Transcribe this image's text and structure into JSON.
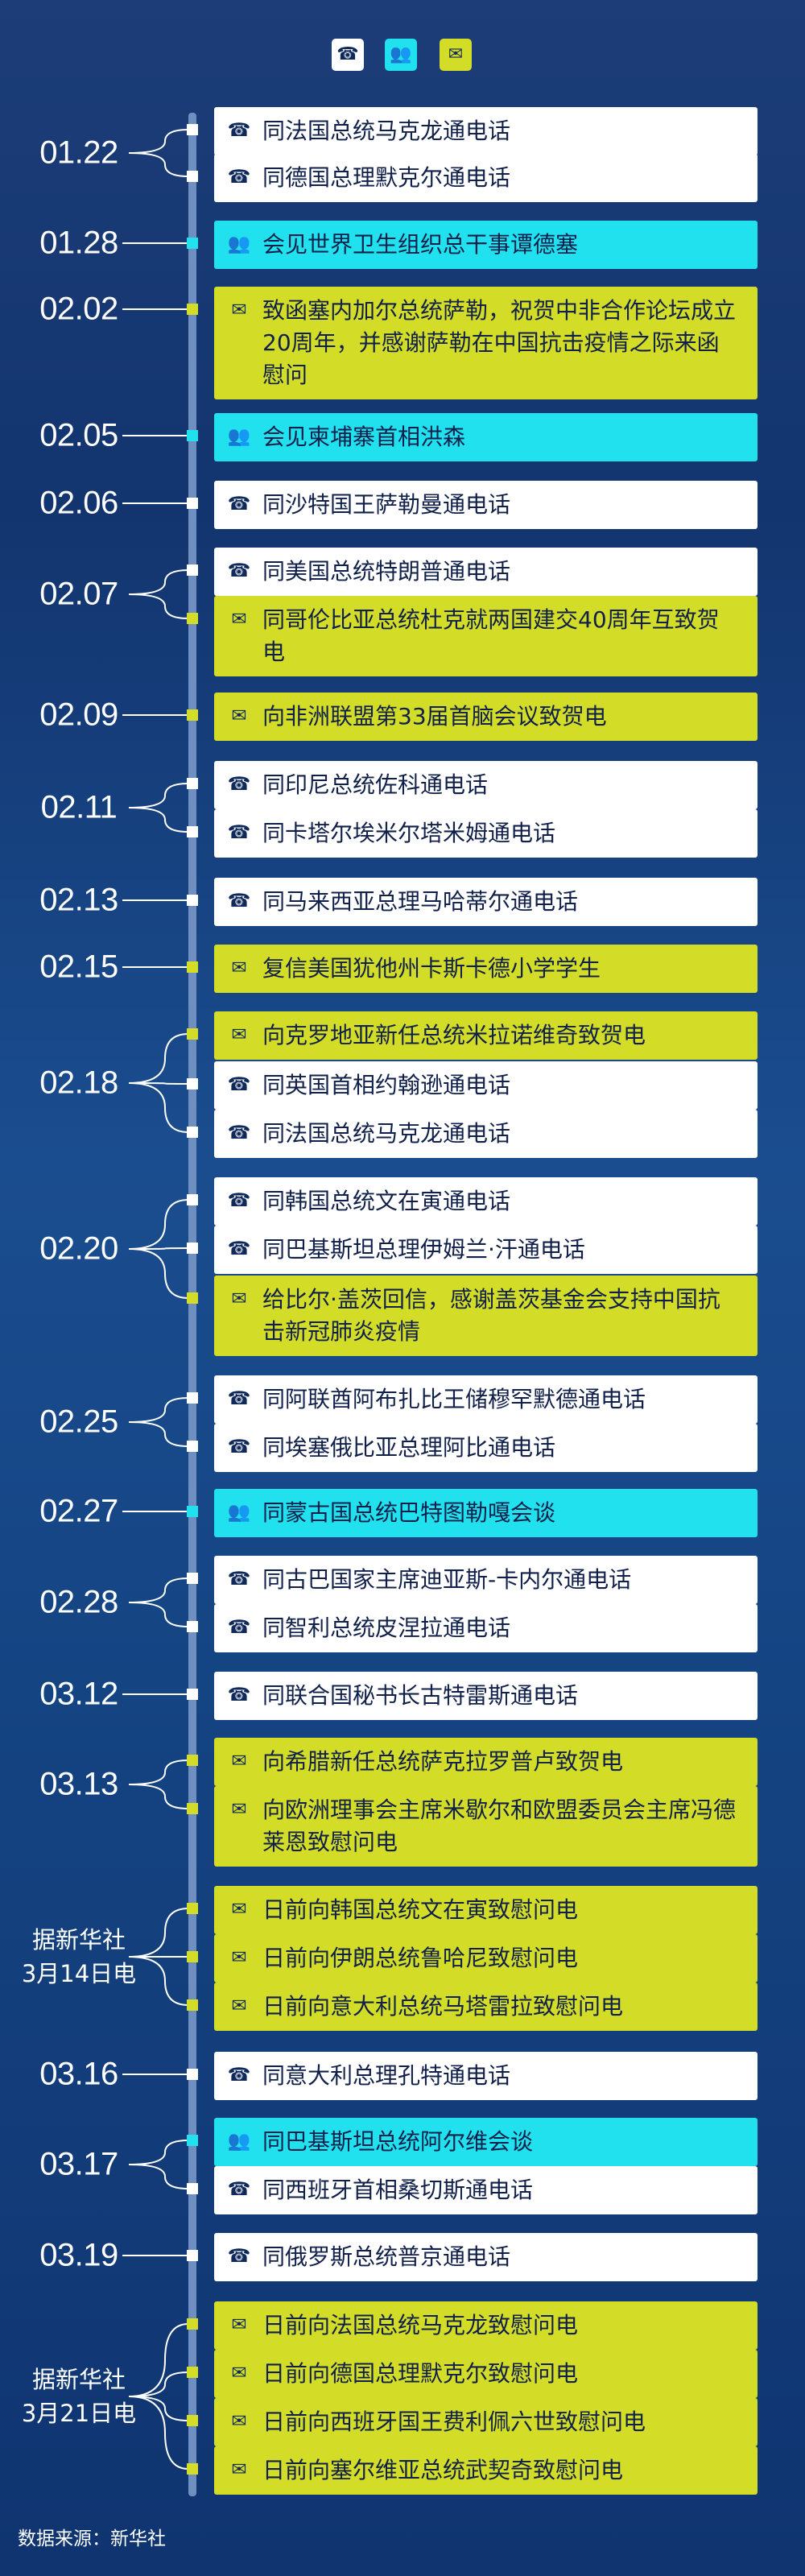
{
  "legend": [
    {
      "type": "phone",
      "icon": "telephone-icon",
      "glyph": "☎",
      "color": "#ffffff"
    },
    {
      "type": "meet",
      "icon": "meeting-icon",
      "glyph": "👥",
      "color": "#21e1ef"
    },
    {
      "type": "letter",
      "icon": "envelope-icon",
      "glyph": "✉",
      "color": "#d3dc27"
    }
  ],
  "timeline": [
    {
      "date": "01.22",
      "items": [
        {
          "type": "phone",
          "text": "同法国总统马克龙通电话"
        },
        {
          "type": "phone",
          "text": "同德国总理默克尔通电话"
        }
      ]
    },
    {
      "date": "01.28",
      "items": [
        {
          "type": "meet",
          "text": "会见世界卫生组织总干事谭德塞"
        }
      ]
    },
    {
      "date": "02.02",
      "items": [
        {
          "type": "letter",
          "text": "致函塞内加尔总统萨勒，祝贺中非合作论坛成立20周年，并感谢萨勒在中国抗击疫情之际来函慰问"
        }
      ]
    },
    {
      "date": "02.05",
      "items": [
        {
          "type": "meet",
          "text": "会见柬埔寨首相洪森"
        }
      ]
    },
    {
      "date": "02.06",
      "items": [
        {
          "type": "phone",
          "text": "同沙特国王萨勒曼通电话"
        }
      ]
    },
    {
      "date": "02.07",
      "items": [
        {
          "type": "phone",
          "text": "同美国总统特朗普通电话"
        },
        {
          "type": "letter",
          "text": "同哥伦比亚总统杜克就两国建交40周年互致贺电"
        }
      ]
    },
    {
      "date": "02.09",
      "items": [
        {
          "type": "letter",
          "text": "向非洲联盟第33届首脑会议致贺电"
        }
      ]
    },
    {
      "date": "02.11",
      "items": [
        {
          "type": "phone",
          "text": "同印尼总统佐科通电话"
        },
        {
          "type": "phone",
          "text": "同卡塔尔埃米尔塔米姆通电话"
        }
      ]
    },
    {
      "date": "02.13",
      "items": [
        {
          "type": "phone",
          "text": "同马来西亚总理马哈蒂尔通电话"
        }
      ]
    },
    {
      "date": "02.15",
      "items": [
        {
          "type": "letter",
          "text": "复信美国犹他州卡斯卡德小学学生"
        }
      ]
    },
    {
      "date": "02.18",
      "items": [
        {
          "type": "letter",
          "text": "向克罗地亚新任总统米拉诺维奇致贺电"
        },
        {
          "type": "phone",
          "text": "同英国首相约翰逊通电话"
        },
        {
          "type": "phone",
          "text": "同法国总统马克龙通电话"
        }
      ]
    },
    {
      "date": "02.20",
      "items": [
        {
          "type": "phone",
          "text": "同韩国总统文在寅通电话"
        },
        {
          "type": "phone",
          "text": "同巴基斯坦总理伊姆兰·汗通电话"
        },
        {
          "type": "letter",
          "text": "给比尔·盖茨回信，感谢盖茨基金会支持中国抗击新冠肺炎疫情"
        }
      ]
    },
    {
      "date": "02.25",
      "items": [
        {
          "type": "phone",
          "text": "同阿联酋阿布扎比王储穆罕默德通电话"
        },
        {
          "type": "phone",
          "text": "同埃塞俄比亚总理阿比通电话"
        }
      ]
    },
    {
      "date": "02.27",
      "items": [
        {
          "type": "meet",
          "text": "同蒙古国总统巴特图勒嘎会谈"
        }
      ]
    },
    {
      "date": "02.28",
      "items": [
        {
          "type": "phone",
          "text": "同古巴国家主席迪亚斯-卡内尔通电话"
        },
        {
          "type": "phone",
          "text": "同智利总统皮涅拉通电话"
        }
      ]
    },
    {
      "date": "03.12",
      "items": [
        {
          "type": "phone",
          "text": "同联合国秘书长古特雷斯通电话"
        }
      ]
    },
    {
      "date": "03.13",
      "items": [
        {
          "type": "letter",
          "text": "向希腊新任总统萨克拉罗普卢致贺电"
        },
        {
          "type": "letter",
          "text": "向欧洲理事会主席米歇尔和欧盟委员会主席冯德莱恩致慰问电"
        }
      ]
    },
    {
      "date": "据新华社\n3月14日电",
      "items": [
        {
          "type": "letter",
          "text": "日前向韩国总统文在寅致慰问电"
        },
        {
          "type": "letter",
          "text": "日前向伊朗总统鲁哈尼致慰问电"
        },
        {
          "type": "letter",
          "text": "日前向意大利总统马塔雷拉致慰问电"
        }
      ]
    },
    {
      "date": "03.16",
      "items": [
        {
          "type": "phone",
          "text": "同意大利总理孔特通电话"
        }
      ]
    },
    {
      "date": "03.17",
      "items": [
        {
          "type": "meet",
          "text": "同巴基斯坦总统阿尔维会谈"
        },
        {
          "type": "phone",
          "text": "同西班牙首相桑切斯通电话"
        }
      ]
    },
    {
      "date": "03.19",
      "items": [
        {
          "type": "phone",
          "text": "同俄罗斯总统普京通电话"
        }
      ]
    },
    {
      "date": "据新华社\n3月21日电",
      "items": [
        {
          "type": "letter",
          "text": "日前向法国总统马克龙致慰问电"
        },
        {
          "type": "letter",
          "text": "日前向德国总理默克尔致慰问电"
        },
        {
          "type": "letter",
          "text": "日前向西班牙国王费利佩六世致慰问电"
        },
        {
          "type": "letter",
          "text": "日前向塞尔维亚总统武契奇致慰问电"
        }
      ]
    }
  ],
  "footer": {
    "label": "数据来源：",
    "source": "新华社"
  }
}
